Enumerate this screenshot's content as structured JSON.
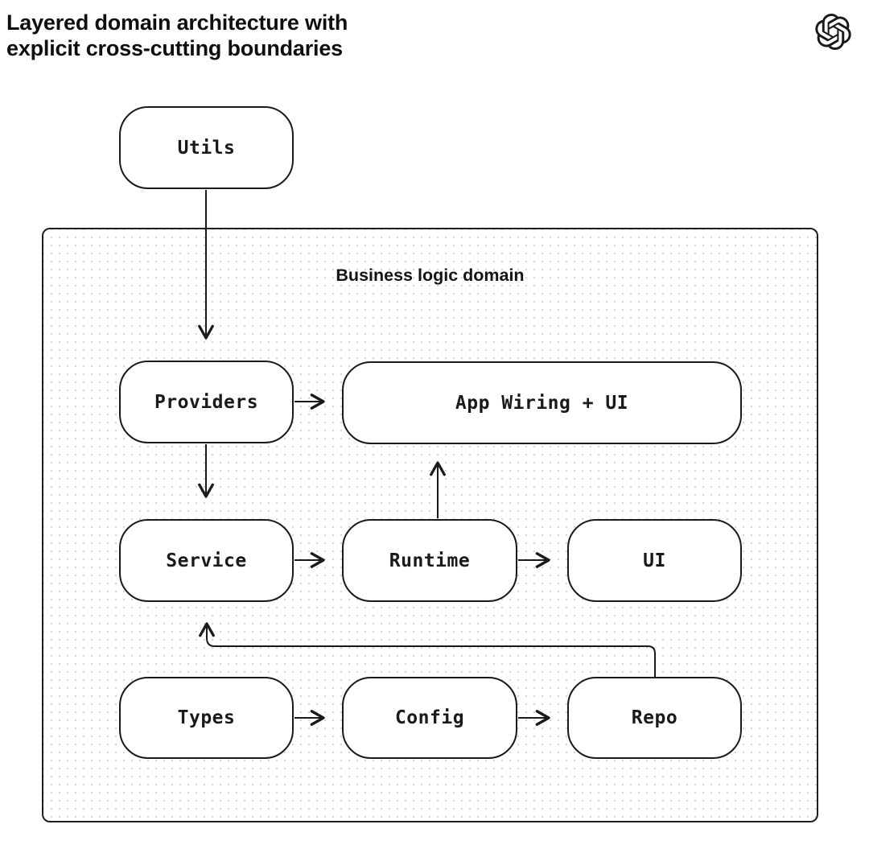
{
  "colors": {
    "ink": "#1a1a1a",
    "node_fill": "#ffffff",
    "dot_pattern": "#d2d2d2",
    "background": "#ffffff"
  },
  "header": {
    "title_line1": "Layered domain architecture with",
    "title_line2": "explicit cross-cutting boundaries",
    "logo_icon": "openai-logo"
  },
  "domain_box": {
    "label": "Business logic domain"
  },
  "nodes": {
    "utils": {
      "label": "Utils"
    },
    "providers": {
      "label": "Providers"
    },
    "app_wiring": {
      "label": "App Wiring + UI"
    },
    "service": {
      "label": "Service"
    },
    "runtime": {
      "label": "Runtime"
    },
    "ui": {
      "label": "UI"
    },
    "types": {
      "label": "Types"
    },
    "config": {
      "label": "Config"
    },
    "repo": {
      "label": "Repo"
    }
  },
  "edges": [
    {
      "from": "Utils",
      "to": "Providers"
    },
    {
      "from": "Providers",
      "to": "App Wiring + UI"
    },
    {
      "from": "Providers",
      "to": "Service"
    },
    {
      "from": "Runtime",
      "to": "App Wiring + UI"
    },
    {
      "from": "Service",
      "to": "Runtime"
    },
    {
      "from": "Runtime",
      "to": "UI"
    },
    {
      "from": "Types",
      "to": "Config"
    },
    {
      "from": "Config",
      "to": "Repo"
    },
    {
      "from": "Repo",
      "to": "Service"
    }
  ]
}
